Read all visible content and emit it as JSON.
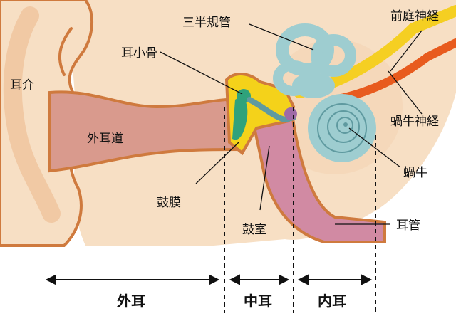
{
  "labels": {
    "auricle": "耳介",
    "ear_canal": "外耳道",
    "ossicles": "耳小骨",
    "semicircular_canals": "三半規管",
    "vestibular_nerve": "前庭神経",
    "cochlear_nerve": "蝸牛神経",
    "cochlea": "蝸牛",
    "eardrum": "鼓膜",
    "tympanic_cavity": "鼓室",
    "eustachian_tube": "耳管"
  },
  "sections": {
    "outer": "外耳",
    "middle": "中耳",
    "inner": "内耳"
  },
  "colors": {
    "skin": "#f7dfc4",
    "skin_dark": "#f1c9a4",
    "outline": "#cf7a3e",
    "canal": "#d99a8d",
    "tube": "#d18aa3",
    "inner_ear": "#9ecdd0",
    "inner_ear_dark": "#5f9aa0",
    "ossicle_yellow": "#f4d21a",
    "ossicle_green": "#2fa27b",
    "nerve_yellow": "#f5cf22",
    "nerve_orange": "#e85b1e"
  }
}
